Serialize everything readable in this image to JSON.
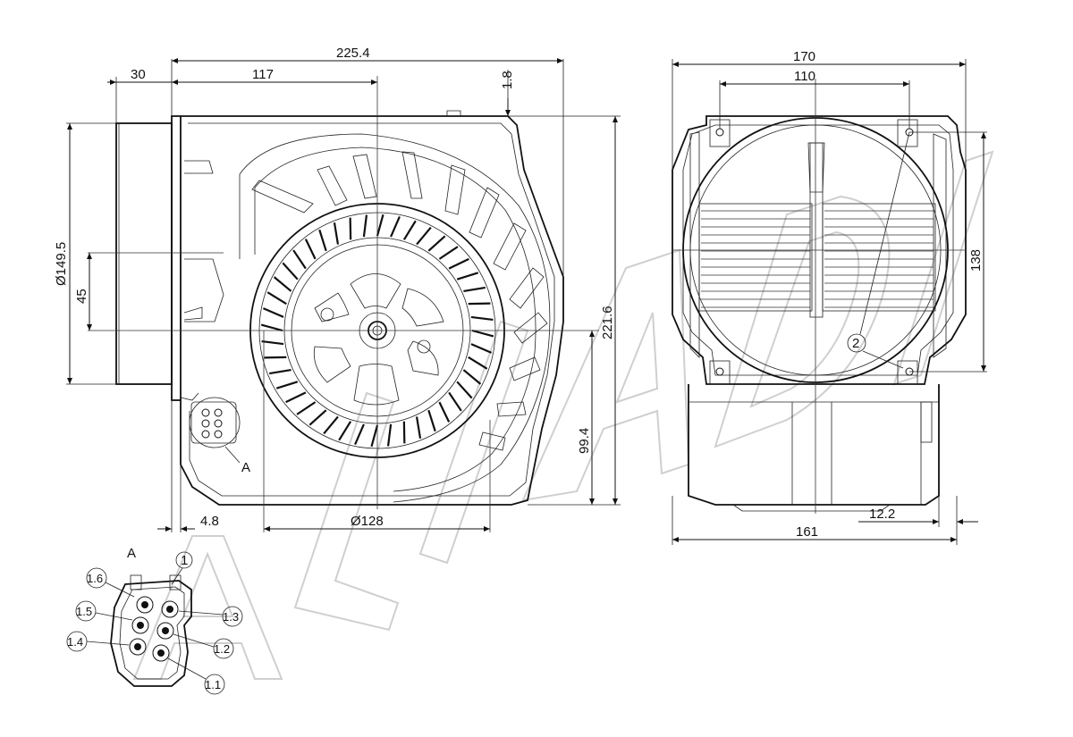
{
  "dimensions": {
    "overall_width": "225.4",
    "inlet_depth": "30",
    "axis_offset": "117",
    "top_offset": "1.8",
    "inlet_diameter": "Ø149.5",
    "inlet_height": "45",
    "overall_height": "221.6",
    "axis_height": "99.4",
    "flange_offset": "4.8",
    "impeller_diameter": "Ø128",
    "side_width": "170",
    "mount_spacing": "110",
    "mount_height": "138",
    "base_width": "161",
    "base_offset": "12.2"
  },
  "labels": {
    "detail_ref": "A",
    "detail_title": "A",
    "item_1": "1",
    "item_2": "2",
    "pin_1_1": "1.1",
    "pin_1_2": "1.2",
    "pin_1_3": "1.3",
    "pin_1_4": "1.4",
    "pin_1_5": "1.5",
    "pin_1_6": "1.6"
  },
  "watermark": "ALIADET"
}
